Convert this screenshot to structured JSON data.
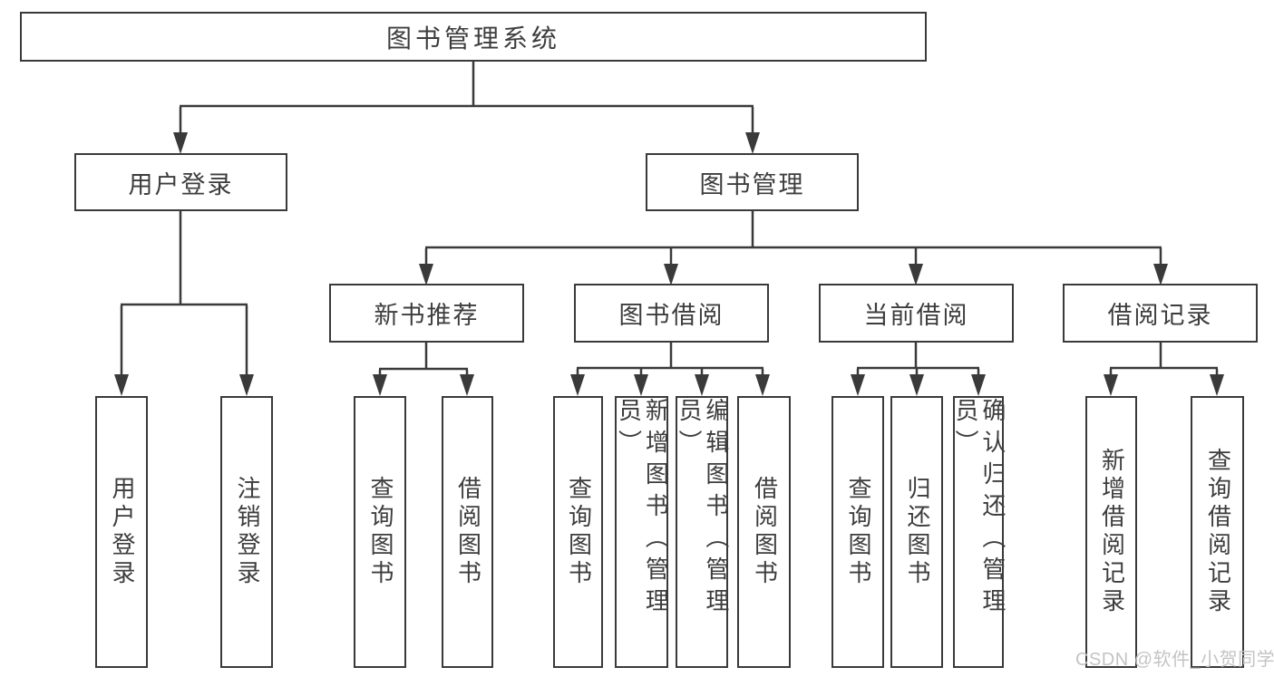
{
  "diagram": {
    "title": "图书管理系统",
    "level2": [
      {
        "id": "user-login",
        "label": "用户登录"
      },
      {
        "id": "book-management",
        "label": "图书管理"
      }
    ],
    "level3": [
      {
        "id": "new-book-recommendation",
        "label": "新书推荐"
      },
      {
        "id": "book-borrowing",
        "label": "图书借阅"
      },
      {
        "id": "current-borrowing",
        "label": "当前借阅"
      },
      {
        "id": "borrowing-records",
        "label": "借阅记录"
      }
    ],
    "leaves": [
      {
        "parent": "用户登录",
        "label": "用户登录"
      },
      {
        "parent": "用户登录",
        "label": "注销登录"
      },
      {
        "parent": "新书推荐",
        "label": "查询图书"
      },
      {
        "parent": "新书推荐",
        "label": "借阅图书"
      },
      {
        "parent": "图书借阅",
        "label": "查询图书"
      },
      {
        "parent": "图书借阅",
        "label": "新增图书（管理员）"
      },
      {
        "parent": "图书借阅",
        "label": "编辑图书（管理员）"
      },
      {
        "parent": "图书借阅",
        "label": "借阅图书"
      },
      {
        "parent": "当前借阅",
        "label": "查询图书"
      },
      {
        "parent": "当前借阅",
        "label": "归还图书"
      },
      {
        "parent": "当前借阅",
        "label": "确认归还（管理员）"
      },
      {
        "parent": "借阅记录",
        "label": "新增借阅记录"
      },
      {
        "parent": "借阅记录",
        "label": "查询借阅记录"
      }
    ]
  },
  "watermark": "CSDN @软件_小贺同学",
  "colors": {
    "background": "#ffffff",
    "line": "#3a3a3a",
    "text": "#3d3d3d",
    "watermark": "#c4c4c4"
  }
}
